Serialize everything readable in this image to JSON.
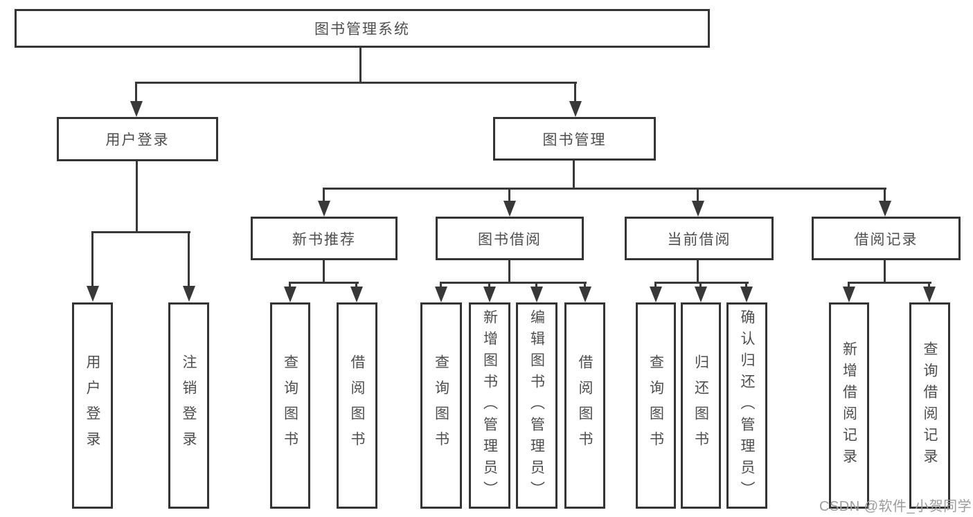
{
  "diagram": {
    "root": {
      "label": "图书管理系统"
    },
    "level2": [
      {
        "label": "用户登录"
      },
      {
        "label": "图书管理"
      }
    ],
    "level3": [
      {
        "label": "新书推荐"
      },
      {
        "label": "图书借阅"
      },
      {
        "label": "当前借阅"
      },
      {
        "label": "借阅记录"
      }
    ],
    "leaves": {
      "user_login": [
        "用户登录",
        "注销登录"
      ],
      "new_books": [
        "查询图书",
        "借阅图书"
      ],
      "book_borrow": [
        "查询图书",
        "新增图书（管理员）",
        "编辑图书（管理员）",
        "借阅图书"
      ],
      "current_borrow": [
        "查询图书",
        "归还图书",
        "确认归还（管理员）"
      ],
      "borrow_records": [
        "新增借阅记录",
        "查询借阅记录"
      ]
    }
  },
  "watermark": "CSDN @软件_小贺同学",
  "colors": {
    "line": "#383838",
    "border": "#343434",
    "text": "#4e4e4e",
    "watermark": "#9c9c9c",
    "background": "#ffffff"
  }
}
